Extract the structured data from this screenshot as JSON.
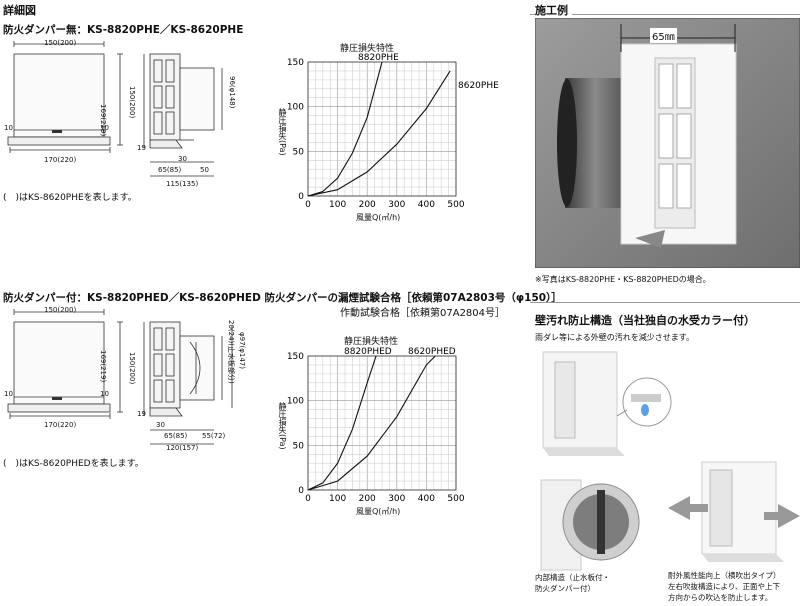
{
  "sections": {
    "detail_title": "詳細図",
    "example_title": "施工例"
  },
  "model1": {
    "heading": "防火ダンパー無：KS-8820PHE／KS-8620PHE",
    "note": "(　)はKS-8620PHEを表します。",
    "dims": {
      "w_top": "150(200)",
      "h_left": "169(219)",
      "w_bottom": "170(220)",
      "ten_left": "10",
      "ten_right": "10",
      "side_h": "150(200)",
      "side_19": "19",
      "side_30": "30",
      "side_65": "65(85)",
      "side_50": "50",
      "side_115": "115(135)",
      "side_dia": "96(φ148)"
    }
  },
  "model2": {
    "heading": "防火ダンパー付：KS-8820PHED／KS-8620PHED 防火ダンパーの漏煙試験合格［依頼第07A2803号（φ150）］",
    "heading2": "作動試験合格［依頼第07A2804号］",
    "note": "(　)はKS-8620PHEDを表します。",
    "dims": {
      "w_top": "150(200)",
      "h_left": "169(219)",
      "w_bottom": "170(220)",
      "ten_left": "10",
      "ten_right": "10",
      "side_h": "150(200)",
      "side_19": "19",
      "side_30": "30",
      "side_65": "65(85)",
      "side_55": "55(72)",
      "side_120": "120(157)",
      "side_dia1": "φ97(φ147)",
      "side_dia2": "20(24)(止水板部分)"
    }
  },
  "chart_data": [
    {
      "type": "line",
      "title": "静圧損失特性",
      "xlabel": "風量Q(㎥/h)",
      "ylabel": "静圧損失(Pa)",
      "xlim": [
        0,
        500
      ],
      "ylim": [
        0,
        150
      ],
      "xticks": [
        0,
        100,
        200,
        300,
        400,
        500
      ],
      "yticks": [
        0,
        50,
        100,
        150
      ],
      "grid": true,
      "series": [
        {
          "name": "8820PHE",
          "x": [
            0,
            50,
            100,
            150,
            200,
            250
          ],
          "y": [
            0,
            5,
            20,
            48,
            88,
            150
          ]
        },
        {
          "name": "8620PHE",
          "x": [
            0,
            100,
            200,
            300,
            400,
            480
          ],
          "y": [
            0,
            7,
            27,
            58,
            98,
            140
          ]
        }
      ]
    },
    {
      "type": "line",
      "title": "静圧損失特性",
      "xlabel": "風量Q(㎥/h)",
      "ylabel": "静圧損失(Pa)",
      "xlim": [
        0,
        500
      ],
      "ylim": [
        0,
        150
      ],
      "xticks": [
        0,
        100,
        200,
        300,
        400,
        500
      ],
      "yticks": [
        0,
        50,
        100,
        150
      ],
      "grid": true,
      "series": [
        {
          "name": "8820PHED",
          "x": [
            0,
            50,
            100,
            150,
            200,
            230
          ],
          "y": [
            0,
            8,
            30,
            68,
            120,
            150
          ]
        },
        {
          "name": "8620PHED",
          "x": [
            0,
            100,
            200,
            300,
            400,
            430
          ],
          "y": [
            0,
            10,
            38,
            82,
            140,
            150
          ]
        }
      ]
    }
  ],
  "example": {
    "dim_label": "65㎜",
    "caption": "※写真はKS-8820PHE・KS-8820PHEDの場合。",
    "feature_title": "壁汚れ防止構造（当社独自の水受カラー付）",
    "feature_desc": "雨ダレ等による外壁の汚れを減少させます。",
    "cap1_line1": "内部構造（止水板付・",
    "cap1_line2": "防火ダンパー付）",
    "cap2_line1": "耐外風性能向上（横吹出タイプ）",
    "cap2_line2": "左右吹抜構造により、正面や上下",
    "cap2_line3": "方向からの吹込を防止します。"
  }
}
